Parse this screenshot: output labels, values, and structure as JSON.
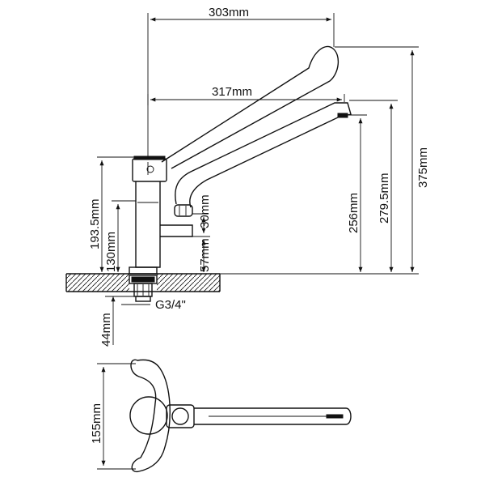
{
  "dimensions": {
    "handle_reach": "303mm",
    "spout_reach": "317mm",
    "body_height": "193.5mm",
    "lever_axis_height": "130mm",
    "spout_joint": "30mm",
    "spout_height_from_deck": "57mm",
    "spout_outlet_height": "256mm",
    "spout_top_height": "279.5mm",
    "total_height": "375mm",
    "thread_size": "G3/4\"",
    "shank_length": "44mm",
    "handle_width": "155mm"
  },
  "colors": {
    "line": "#111111",
    "background": "#ffffff"
  }
}
